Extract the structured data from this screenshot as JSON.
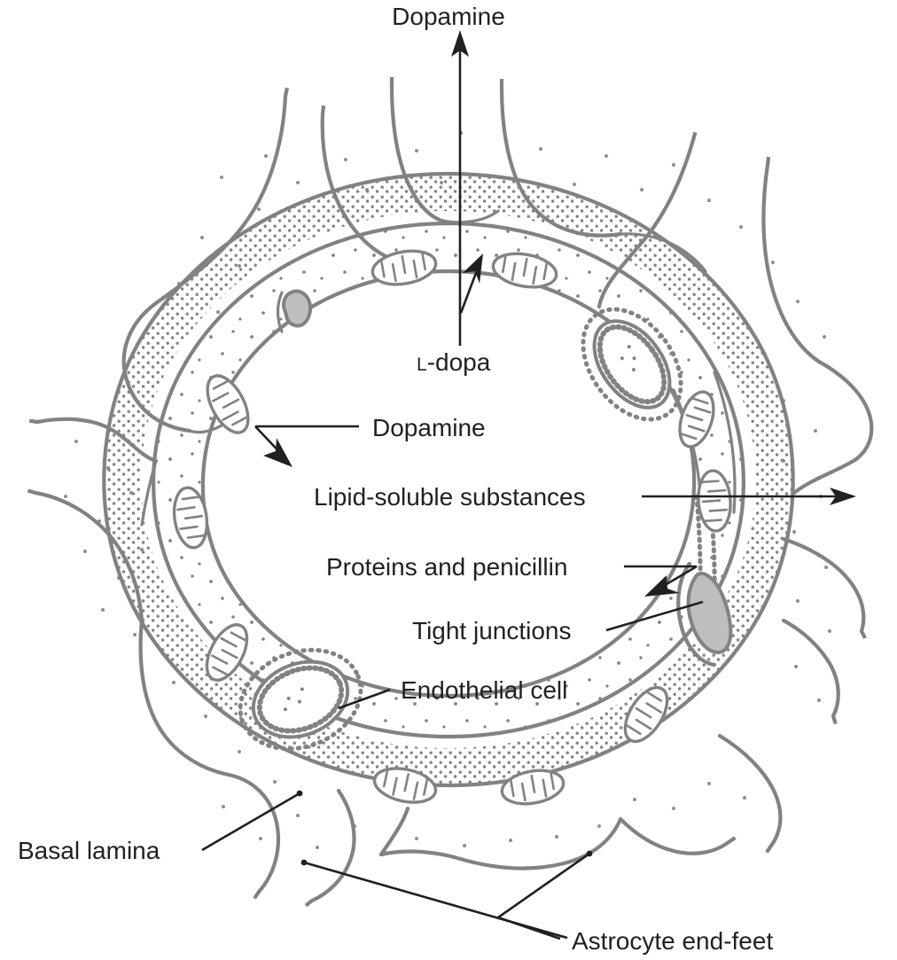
{
  "figure": {
    "title": "Blood-brain barrier cross-section",
    "background_color": "#ffffff",
    "outline_color": "#808285",
    "text_color": "#231f20",
    "junction_fill": "#bcbec0"
  },
  "labels": {
    "dopamine_out": "Dopamine",
    "l_dopa_prefix": "L",
    "l_dopa_rest": "-dopa",
    "dopamine_inner": "Dopamine",
    "lipid_soluble": "Lipid-soluble substances",
    "proteins_penicillin": "Proteins and penicillin",
    "tight_junctions": "Tight junctions",
    "endothelial_cell": "Endothelial cell",
    "basal_lamina": "Basal lamina",
    "astrocyte_end_feet": "Astrocyte end-feet"
  },
  "structures": {
    "capillary_lumen": "capillary-lumen",
    "endothelium": "endothelial-cell-ring",
    "basal_lamina_band": "basal-lamina-stipple-band",
    "astrocyte_processes": "astrocyte-end-feet-processes",
    "mitochondria_count": 11,
    "nuclei_count": 2,
    "tight_junction_count": 2
  },
  "arrows": {
    "dopamine_efflux": {
      "name": "dopamine-out-arrow",
      "direction": "up",
      "description": "Dopamine exits upward from lumen"
    },
    "l_dopa_influx": {
      "name": "l-dopa-transport-arrow",
      "direction": "up-right",
      "description": "L-dopa carried into endothelial cell"
    },
    "dopamine_blocked": {
      "name": "dopamine-blocked-arrow",
      "direction": "down-left",
      "description": "Dopamine blocked at barrier"
    },
    "lipid_pass": {
      "name": "lipid-soluble-pass-arrow",
      "direction": "right",
      "description": "Lipid-soluble substances cross freely"
    },
    "proteins_blocked": {
      "name": "proteins-penicillin-blocked-arrow",
      "direction": "down-right",
      "description": "Proteins and penicillin blocked by tight junctions"
    }
  }
}
